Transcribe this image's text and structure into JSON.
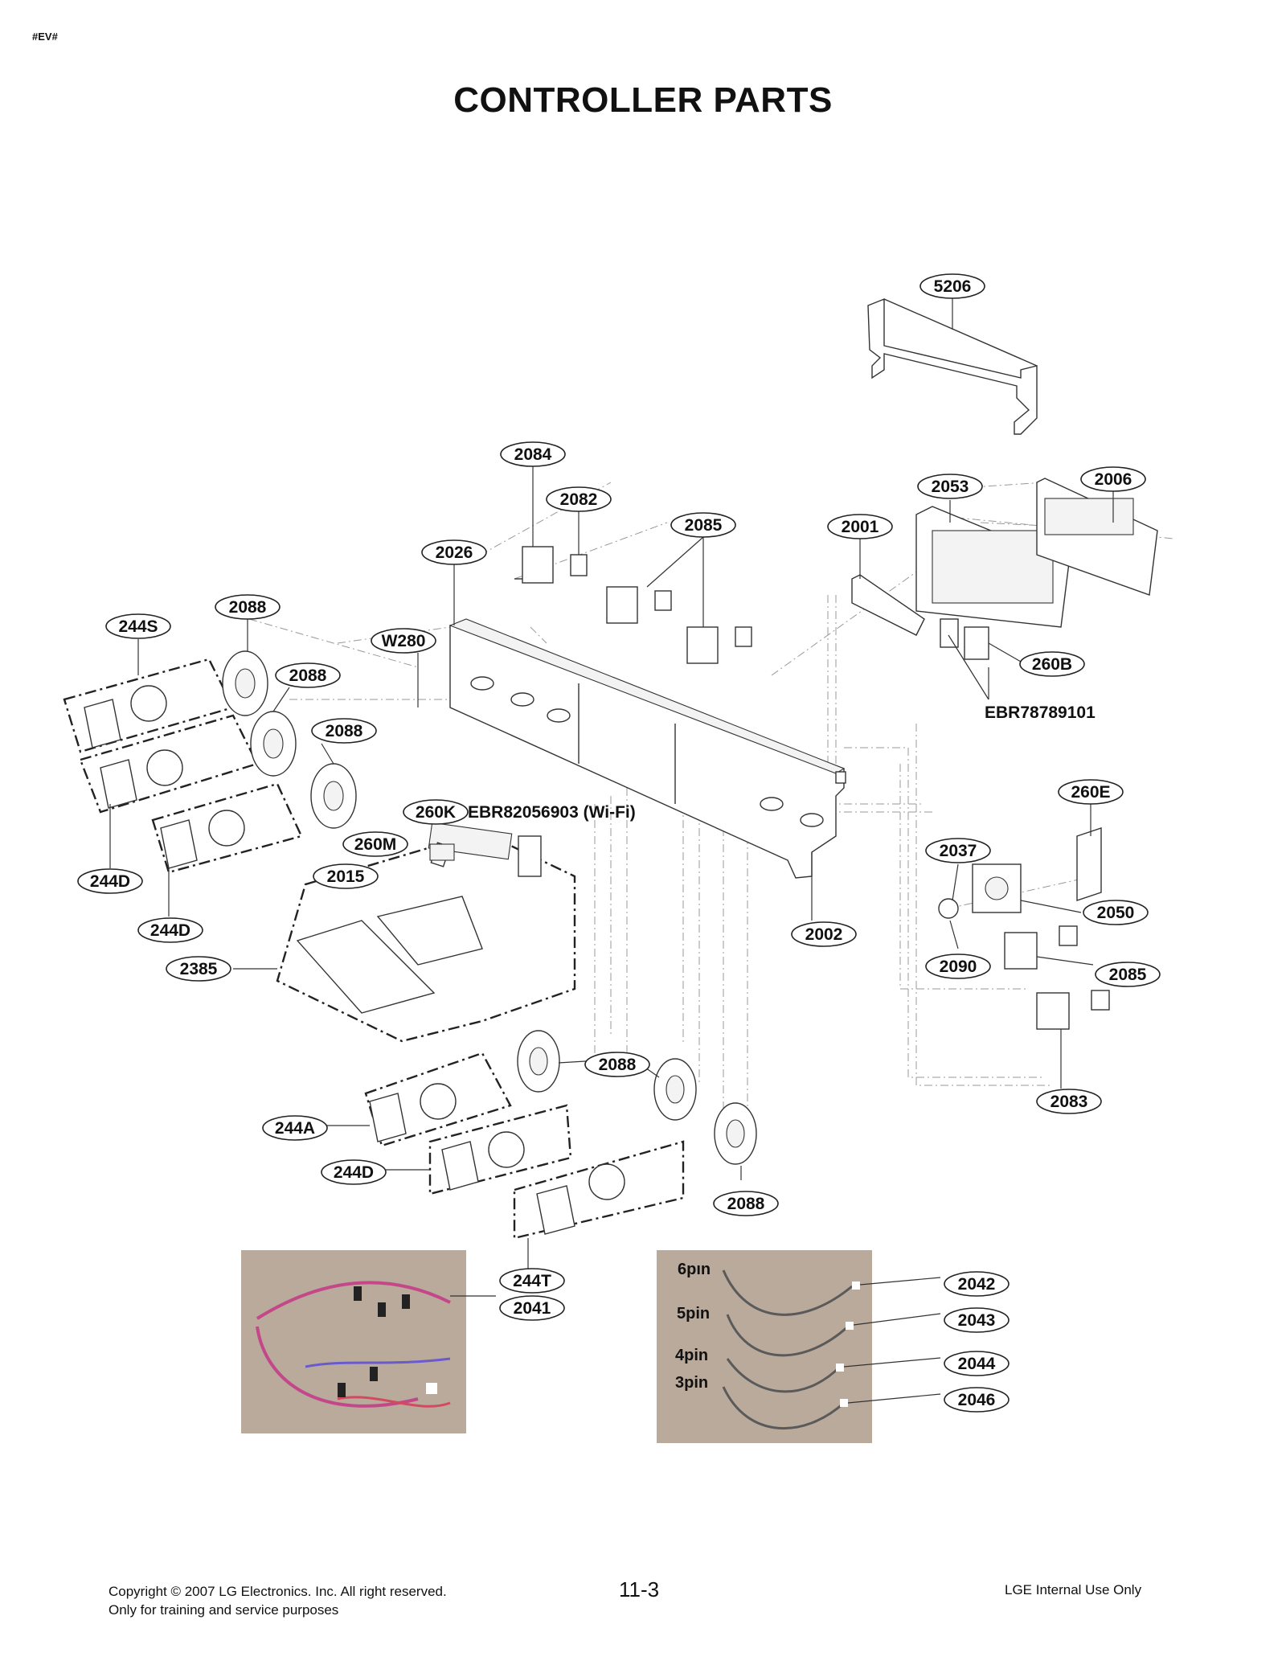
{
  "header": {
    "tag": "#EV#",
    "title": "CONTROLLER PARTS"
  },
  "callouts": {
    "p5206": "5206",
    "p2084": "2084",
    "p2082": "2082",
    "p2085a": "2085",
    "p2001": "2001",
    "p2053": "2053",
    "p2006": "2006",
    "p2026": "2026",
    "p2088a": "2088",
    "p244S": "244S",
    "pW280": "W280",
    "p2088b": "2088",
    "p2088c": "2088",
    "p260B": "260B",
    "p260K": "260K",
    "p260M": "260M",
    "p2015": "2015",
    "p244D_a": "244D",
    "p244D_b": "244D",
    "p2385": "2385",
    "p2002": "2002",
    "p260E": "260E",
    "p2037": "2037",
    "p2050": "2050",
    "p2090": "2090",
    "p2085b": "2085",
    "p2083": "2083",
    "p2088d": "2088",
    "p244A": "244A",
    "p244D_c": "244D",
    "p2088e": "2088",
    "p244T": "244T",
    "p2041": "2041",
    "p2042": "2042",
    "p2043": "2043",
    "p2044": "2044",
    "p2046": "2046"
  },
  "labels": {
    "ebr_main": "EBR78789101",
    "ebr_wifi": "EBR82056903 (Wi-Fi)"
  },
  "harness_pins": {
    "pin6": "6pın",
    "pin5": "5pin",
    "pin4": "4pin",
    "pin3": "3pin"
  },
  "footer": {
    "copyright": "Copyright © 2007 LG Electronics. Inc. All right reserved.",
    "training": "Only for training and service purposes",
    "page": "11-3",
    "internal": "LGE Internal Use Only"
  }
}
